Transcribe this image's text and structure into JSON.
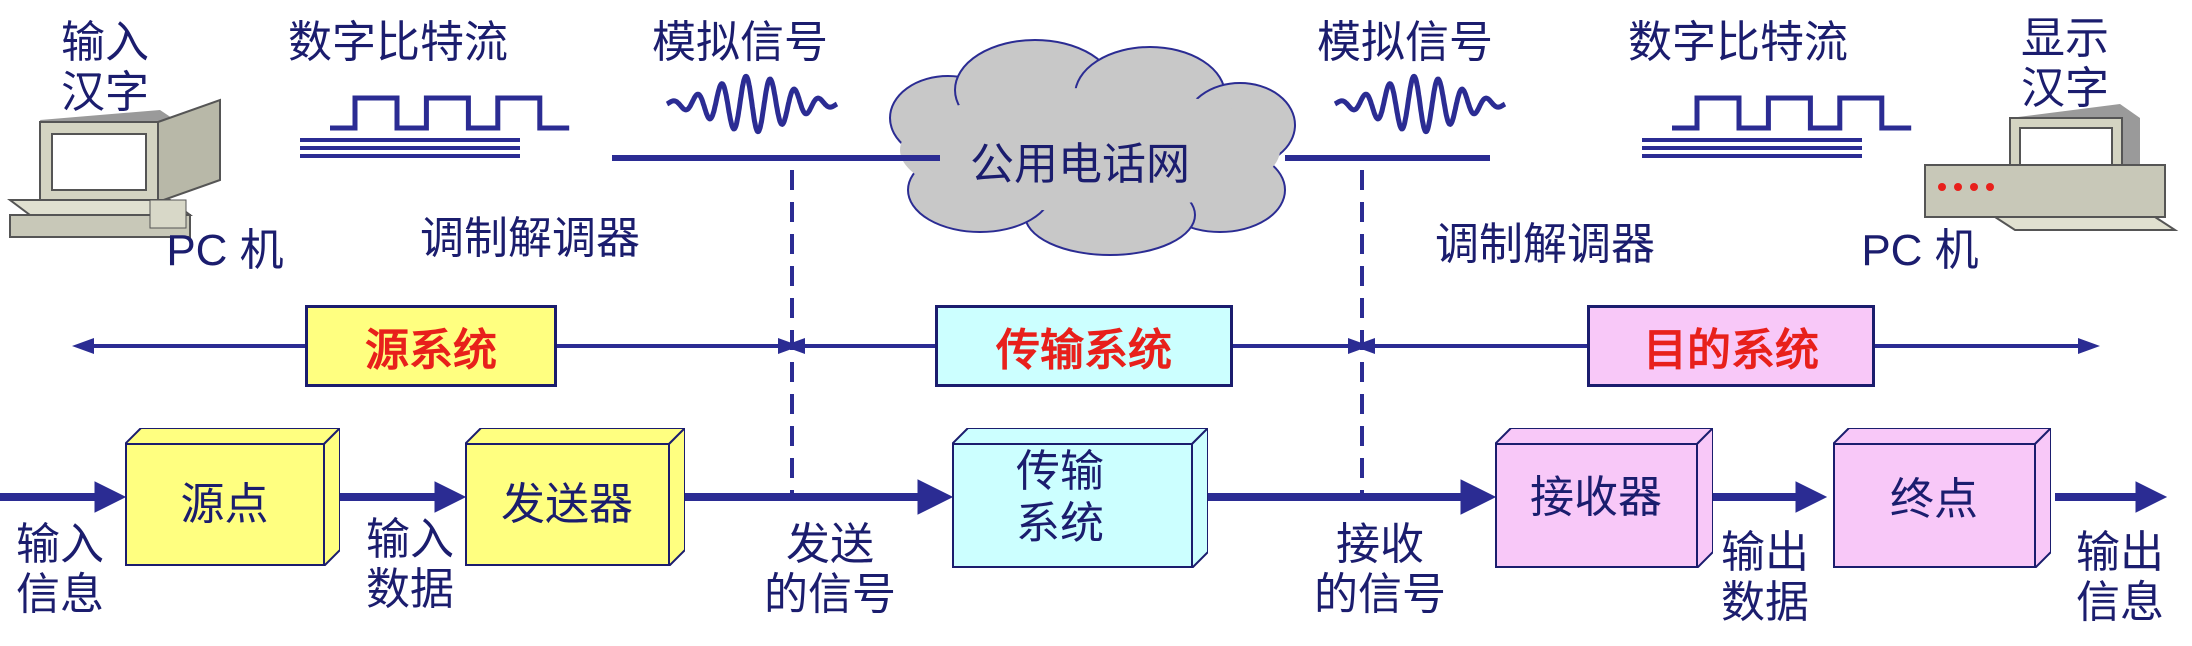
{
  "top": {
    "input_hanzi": "输入\n汉字",
    "display_hanzi": "显示\n汉字",
    "pc_left": "PC 机",
    "pc_right": "PC 机",
    "bitstream_left": "数字比特流",
    "bitstream_right": "数字比特流",
    "analog_left": "模拟信号",
    "analog_right": "模拟信号",
    "network": "公用电话网",
    "modem_left": "调制解调器",
    "modem_right": "调制解调器"
  },
  "systems": {
    "source": "源系统",
    "transmission": "传输系统",
    "destination": "目的系统"
  },
  "flow": {
    "blocks": {
      "source_point": "源点",
      "transmitter": "发送器",
      "transmission": "传输\n系统",
      "receiver": "接收器",
      "destination_point": "终点"
    },
    "labels": {
      "input_info": "输入\n信息",
      "input_data": "输入\n数据",
      "sent_signal": "发送\n的信号",
      "received_signal": "接收\n的信号",
      "output_data": "输出\n数据",
      "output_info": "输出\n信息"
    }
  },
  "colors": {
    "line": "#2b2c93",
    "text": "#1b1d6e",
    "system_label": "#e8201b",
    "source_fill": "#ffff80",
    "transmission_fill": "#ccffff",
    "destination_fill": "#f8c8f8",
    "cloud": "#c8c8c8"
  },
  "icons": [
    "computer-icon",
    "digital-wave-icon",
    "analog-wave-icon",
    "cloud-icon",
    "arrow-icon"
  ]
}
